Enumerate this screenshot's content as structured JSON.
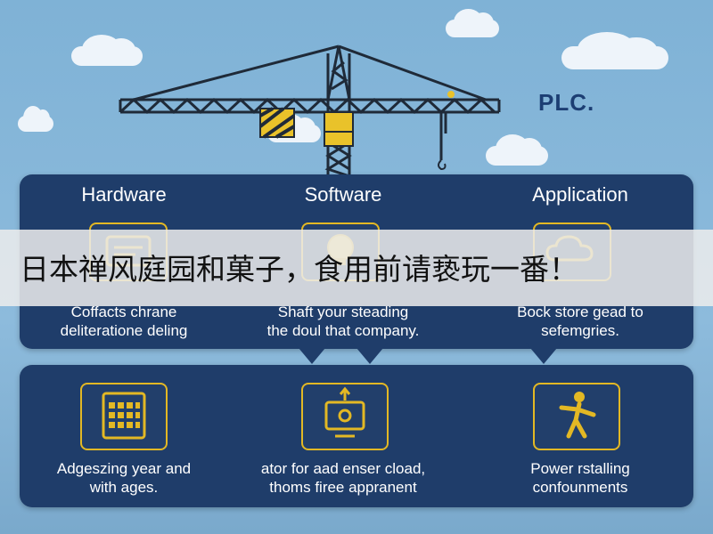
{
  "brand": {
    "label": "PLC."
  },
  "columns": [
    {
      "title": "Hardware",
      "top_desc": [
        "Coffacts chrane",
        "deliteratione deling"
      ],
      "bottom_desc": [
        "Adgeszing year and",
        "with ages."
      ]
    },
    {
      "title": "Software",
      "top_desc": [
        "Shaft your steading",
        "the doul that company."
      ],
      "bottom_desc": [
        "ator for aad enser cload,",
        "thoms firee appranent"
      ]
    },
    {
      "title": "Application",
      "top_desc": [
        "Bock store gead to",
        "sefemgries."
      ],
      "bottom_desc": [
        "Power rstalling",
        "confounments"
      ]
    }
  ],
  "notice": {
    "text": "日本禅风庭园和菓子，食用前请亵玩一番！"
  },
  "colors": {
    "panel": "#1f3d6a",
    "accent": "#e3b824",
    "sky": "#86b7d8"
  }
}
